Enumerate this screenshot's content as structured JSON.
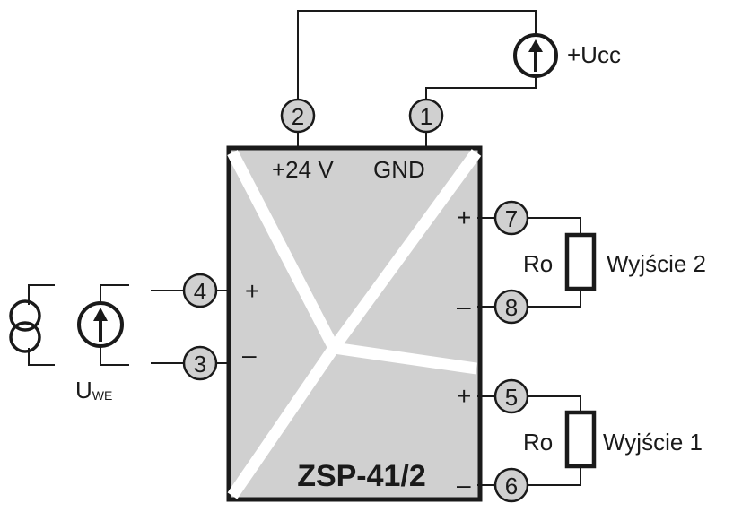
{
  "module": {
    "model": "ZSP-41/2",
    "supply_plus_label": "+24 V",
    "gnd_label": "GND",
    "input_plus_sign": "+",
    "input_minus_sign": "–",
    "out2_plus_sign": "+",
    "out2_minus_sign": "–",
    "out1_plus_sign": "+",
    "out1_minus_sign": "–"
  },
  "terminals": {
    "t1": "1",
    "t2": "2",
    "t3": "3",
    "t4": "4",
    "t5": "5",
    "t6": "6",
    "t7": "7",
    "t8": "8"
  },
  "supply": {
    "label": "+Ucc"
  },
  "input": {
    "u_main": "U",
    "u_sub": "WE"
  },
  "outputs": {
    "out2": {
      "resistor_label": "Ro",
      "name": "Wyjście 2"
    },
    "out1": {
      "resistor_label": "Ro",
      "name": "Wyjście 1"
    }
  },
  "colors": {
    "body": "#d0d0d0",
    "line": "#1a1a1a",
    "background": "#ffffff"
  }
}
